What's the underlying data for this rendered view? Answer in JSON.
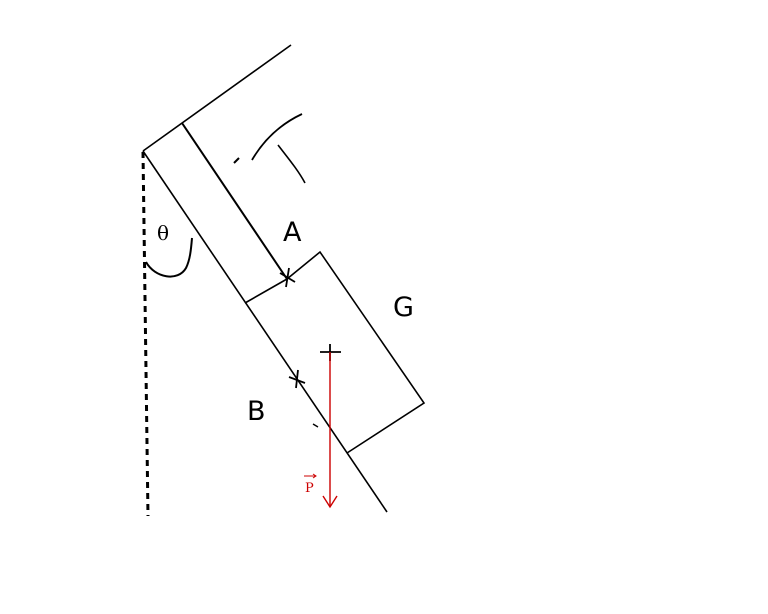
{
  "labels": {
    "theta": "θ",
    "point_a": "A",
    "point_b": "B",
    "point_g": "G",
    "force_p": "P"
  },
  "colors": {
    "ink": "#000000",
    "force": "#cc0000",
    "background": "#ffffff"
  }
}
